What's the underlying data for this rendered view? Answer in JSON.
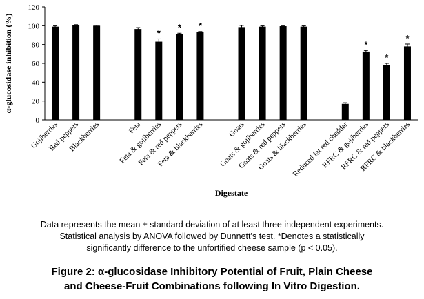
{
  "chart_data": {
    "type": "bar",
    "xlabel": "Digestate",
    "ylabel": "α-glucosidase inhibition (%)",
    "ylim": [
      0,
      120
    ],
    "yticks": [
      0,
      20,
      40,
      60,
      80,
      100,
      120
    ],
    "grid": false,
    "bar_color": "#000000",
    "categories": [
      "Gojiberries",
      "Red peppers",
      "Blackberries",
      "",
      "Feta",
      "Feta & gojiberries",
      "Feta & red peppers",
      "Feta & blackberries",
      "",
      "Goats",
      "Goats & gojiberries",
      "Goats & red peppers",
      "Goats & blackberries",
      "",
      "Reduced fat red cheddar",
      "RFRC & gojiberries",
      "RFRC & red peppers",
      "RFRC & blackberries"
    ],
    "values": [
      99,
      100.5,
      100,
      null,
      96.5,
      83,
      91,
      93,
      null,
      98.5,
      99,
      99.5,
      99,
      null,
      17,
      72.5,
      58,
      78
    ],
    "errors": [
      0.8,
      0.6,
      0.5,
      null,
      1.5,
      3,
      1,
      0.8,
      null,
      1.8,
      0.8,
      0.5,
      0.8,
      null,
      1.2,
      1.2,
      2,
      2.5
    ],
    "significance_marker": "*",
    "significant": [
      false,
      false,
      false,
      false,
      false,
      true,
      true,
      true,
      false,
      false,
      false,
      false,
      false,
      false,
      false,
      true,
      true,
      true
    ]
  },
  "note": {
    "line1": "Data represents the mean ± standard deviation of at least three independent experiments.",
    "line2": "Statistical analysis by ANOVA followed by Dunnett’s test. *Denotes a statistically",
    "line3": "significantly difference to the unfortified cheese sample (p < 0.05)."
  },
  "caption": {
    "line1": "Figure 2: α-glucosidase Inhibitory Potential of Fruit, Plain Cheese",
    "line2": "and Cheese-Fruit Combinations following In Vitro Digestion."
  }
}
